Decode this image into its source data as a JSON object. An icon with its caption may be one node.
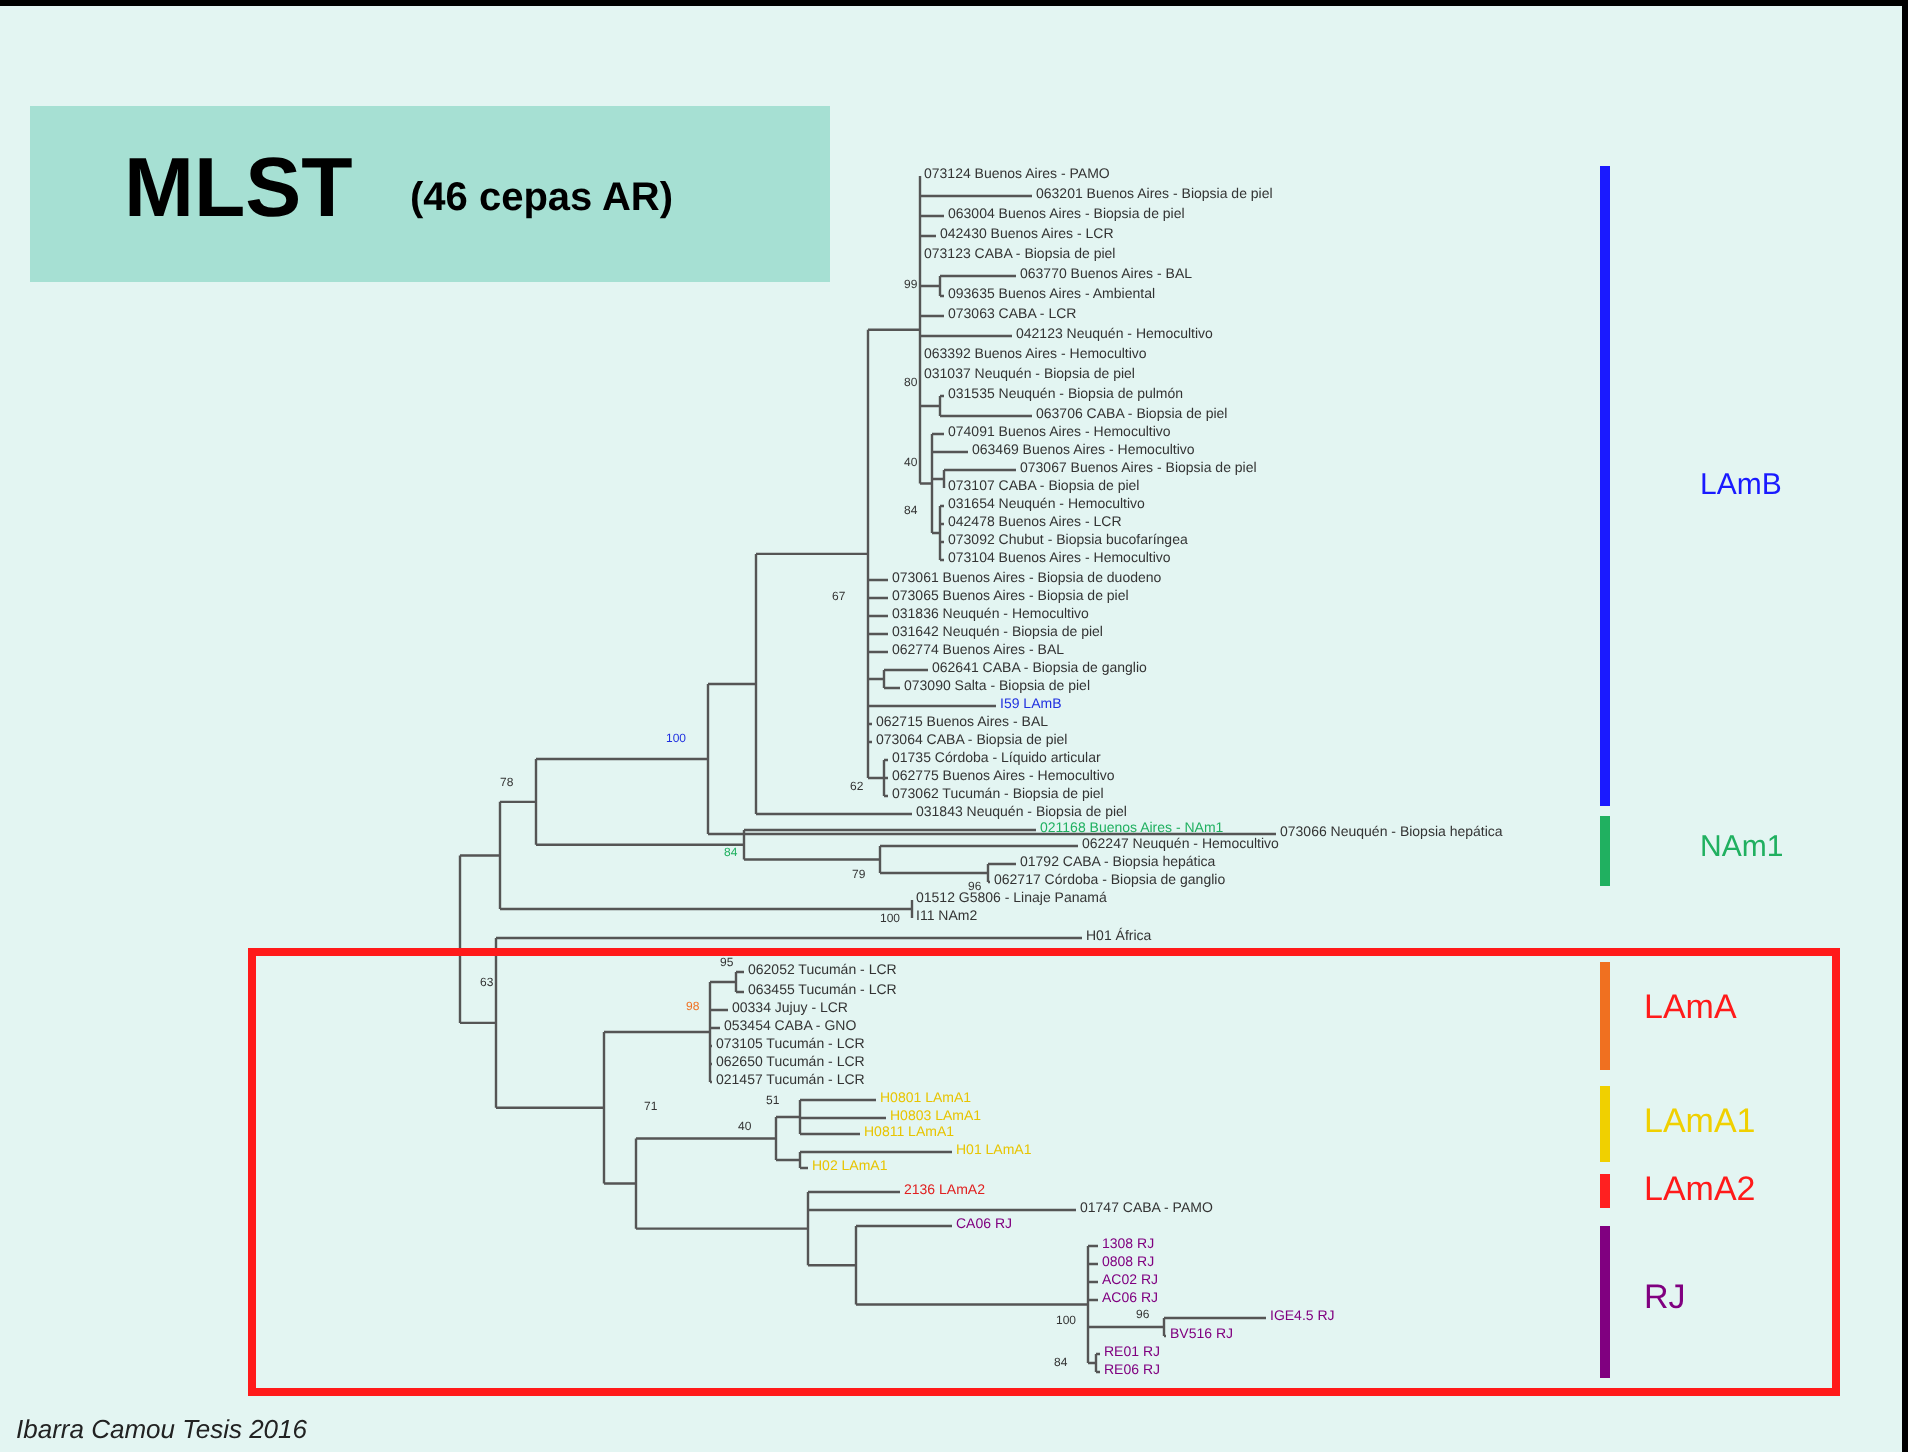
{
  "diagram": {
    "title": "MLST",
    "caption": "Ibarra Camou Tesis 2016",
    "labels": [
      "(46 cepas AR)",
      "073124 Buenos Aires - PAMO",
      "063201 Buenos Aires - Biopsia de piel",
      "063004 Buenos Aires - Biopsia de piel",
      "042430 Buenos Aires - LCR",
      "073123 CABA - Biopsia de piel",
      "063770 Buenos Aires - BAL",
      "093635 Buenos Aires - Ambiental",
      "073063 CABA - LCR",
      "042123 Neuquén - Hemocultivo",
      "063392 Buenos Aires - Hemocultivo",
      "031037 Neuquén - Biopsia de piel",
      "031535 Neuquén - Biopsia de pulmón",
      "063706 CABA - Biopsia de piel",
      "074091 Buenos Aires - Hemocultivo",
      "063469 Buenos Aires - Hemocultivo",
      "073067 Buenos Aires - Biopsia de piel",
      "073107 CABA - Biopsia de piel",
      "031654 Neuquén - Hemocultivo",
      "042478 Buenos Aires - LCR",
      "073092 Chubut - Biopsia bucofaríngea",
      "073104 Buenos Aires - Hemocultivo",
      "073061 Buenos Aires - Biopsia de duodeno",
      "073065 Buenos Aires - Biopsia de piel",
      "031836 Neuquén - Hemocultivo",
      "031642 Neuquén - Biopsia de piel",
      "062774 Buenos Aires - BAL",
      "062641 CABA - Biopsia de ganglio",
      "073090 Salta - Biopsia de piel",
      "I59 LAmB",
      "062715 Buenos Aires - BAL",
      "073064 CABA - Biopsia de piel",
      "01735 Córdoba - Líquido articular",
      "062775 Buenos Aires - Hemocultivo",
      "073062 Tucumán - Biopsia de piel",
      "031843 Neuquén - Biopsia de piel",
      "073066 Neuquén - Biopsia hepática",
      "021168 Buenos Aires - NAm1",
      "062247 Neuquén - Hemocultivo",
      "01792 CABA - Biopsia hepática",
      "062717 Córdoba - Biopsia de ganglio",
      "01512 G5806 - Linaje Panamá",
      "I11 NAm2",
      "H01 África",
      "062052 Tucumán - LCR",
      "063455 Tucumán - LCR",
      "00334 Jujuy - LCR",
      "053454 CABA - GNO",
      "073105 Tucumán - LCR",
      "062650 Tucumán - LCR",
      "021457 Tucumán - LCR",
      "H0801 LAmA1",
      "H0803 LAmA1",
      "H0811 LAmA1",
      "H01 LAmA1",
      "H02 LAmA1",
      "2136 LAmA2",
      "01747 CABA - PAMO",
      "CA06 RJ",
      "1308 RJ",
      "0808 RJ",
      "AC02 RJ",
      "AC06 RJ",
      "IGE4.5 RJ",
      "BV516 RJ",
      "RE01 RJ",
      "RE06 RJ",
      "99",
      "80",
      "40",
      "84",
      "67",
      "62",
      "78",
      "100",
      "84",
      "79",
      "96",
      "100",
      "63",
      "95",
      "98",
      "71",
      "51",
      "40",
      "100",
      "96",
      "84",
      "LAmB",
      "NAm1",
      "LAmA",
      "LAmA1",
      "LAmA2",
      "RJ"
    ]
  }
}
